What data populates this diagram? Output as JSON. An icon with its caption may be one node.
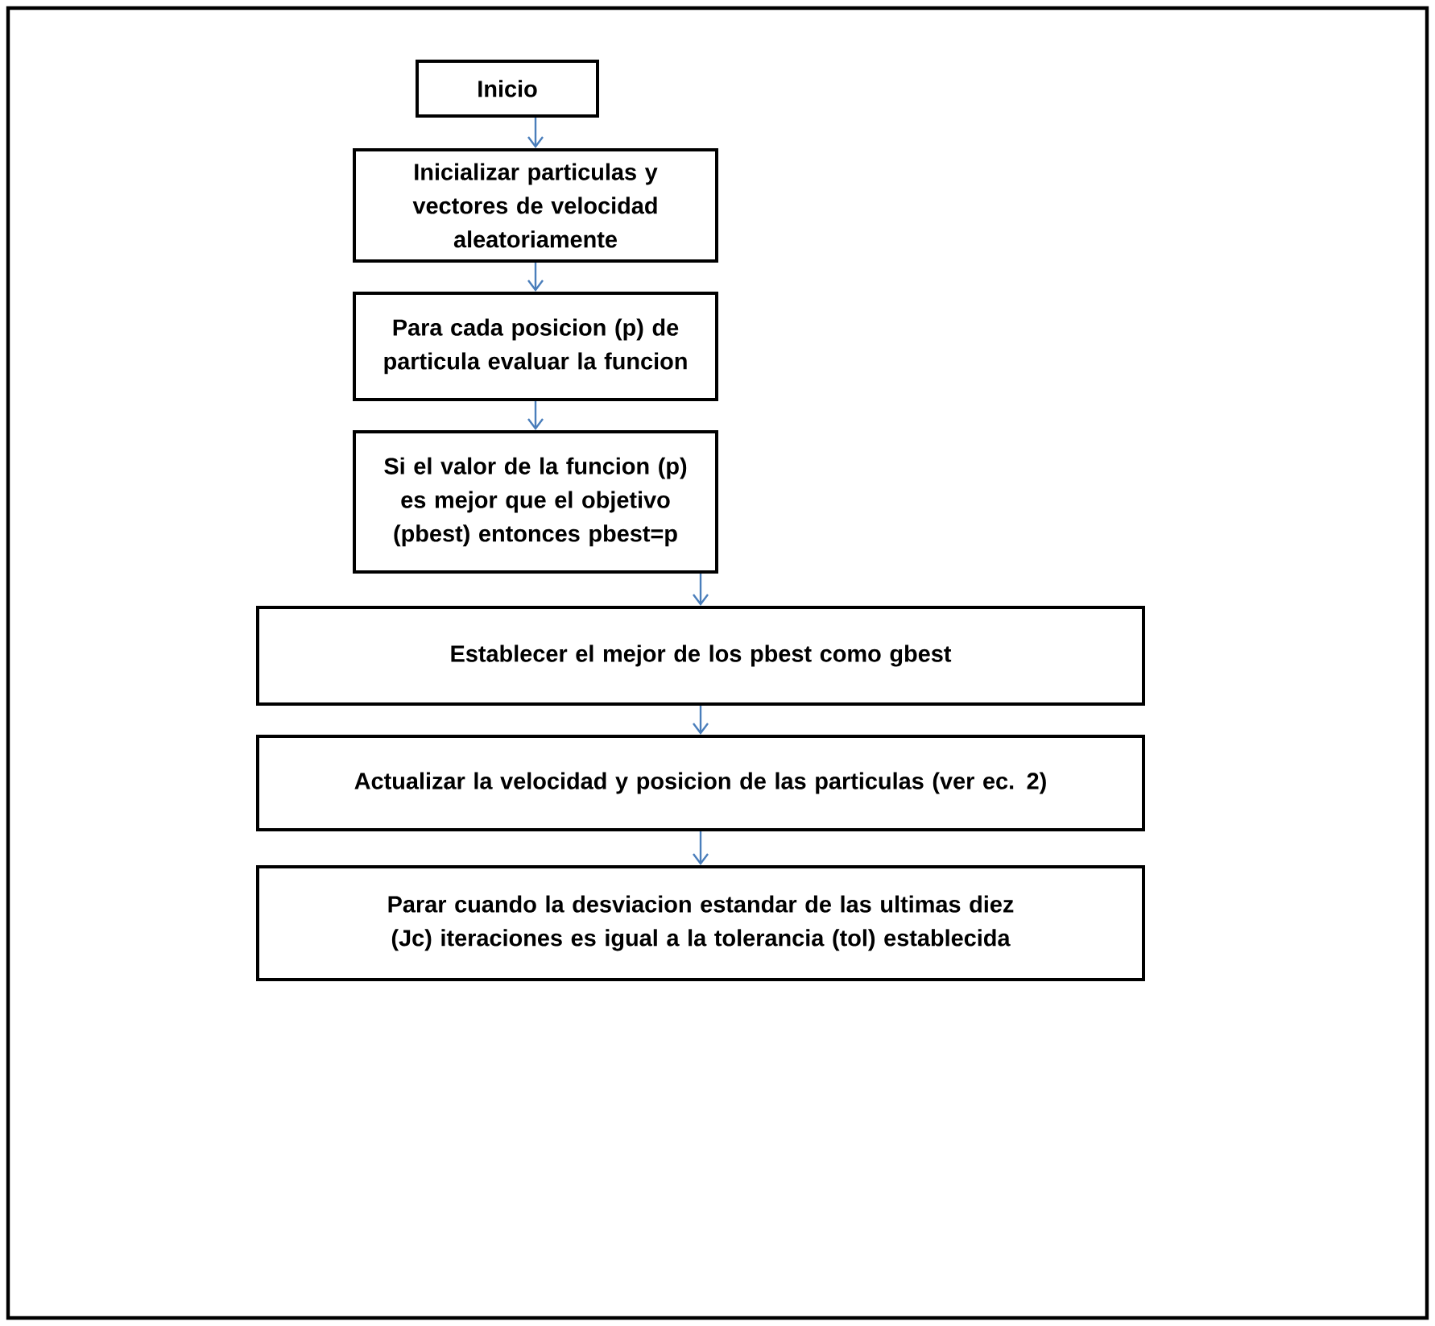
{
  "diagram": {
    "nodes": [
      {
        "text": [
          "Inicio"
        ]
      },
      {
        "text": [
          "Inicializar particulas y vectores de velocidad aleatoriamente"
        ]
      },
      {
        "text": [
          "Para cada posicion (p) de particula evaluar la funcion"
        ]
      },
      {
        "text": [
          "Si el valor de la funcion (p) es mejor que  el objetivo (pbest) entonces pbest=p"
        ]
      },
      {
        "text": [
          "Establecer el mejor de los pbest como gbest"
        ]
      },
      {
        "text": [
          "Actualizar la velocidad y posicion de las particulas (ver ec. 2)"
        ]
      },
      {
        "text": [
          "Parar cuando la desviacion estandar de las  ultimas diez (Jc) iteraciones es igual a la tolerancia (tol) establecida"
        ]
      }
    ],
    "edges": [
      {
        "from": 0,
        "to": 1,
        "arrow": "to"
      },
      {
        "from": 1,
        "to": 2,
        "arrow": "to"
      },
      {
        "from": 2,
        "to": 3,
        "arrow": "to"
      },
      {
        "from": 3,
        "to": 4,
        "arrow": "to"
      },
      {
        "from": 4,
        "to": 5,
        "arrow": "to"
      },
      {
        "from": 5,
        "to": 6,
        "arrow": "to"
      }
    ]
  }
}
